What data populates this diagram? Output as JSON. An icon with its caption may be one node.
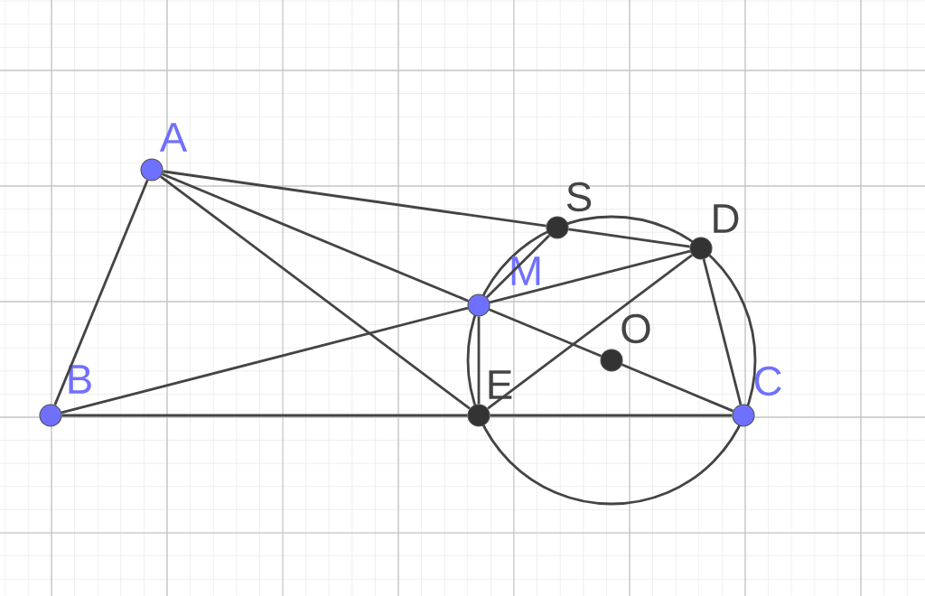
{
  "diagram": {
    "nodes": [
      {
        "text": [
          "A"
        ]
      },
      {
        "text": [
          "B"
        ]
      },
      {
        "text": [
          "C"
        ]
      },
      {
        "text": [
          "M"
        ]
      },
      {
        "text": [
          "S"
        ]
      },
      {
        "text": [
          "D"
        ]
      },
      {
        "text": [
          "O"
        ]
      },
      {
        "text": [
          "E"
        ]
      }
    ],
    "edges": [
      {
        "from": 0,
        "to": 1,
        "arrow": "none"
      },
      {
        "from": 0,
        "to": 4,
        "arrow": "none"
      },
      {
        "from": 4,
        "to": 5,
        "arrow": "none"
      },
      {
        "from": 0,
        "to": 3,
        "arrow": "none"
      },
      {
        "from": 3,
        "to": 6,
        "arrow": "none"
      },
      {
        "from": 6,
        "to": 2,
        "arrow": "none"
      },
      {
        "from": 0,
        "to": 7,
        "arrow": "none"
      },
      {
        "from": 1,
        "to": 7,
        "arrow": "none"
      },
      {
        "from": 7,
        "to": 2,
        "arrow": "none"
      },
      {
        "from": 1,
        "to": 3,
        "arrow": "none"
      },
      {
        "from": 3,
        "to": 5,
        "arrow": "none"
      },
      {
        "from": 3,
        "to": 7,
        "arrow": "none"
      },
      {
        "from": 3,
        "to": 4,
        "arrow": "none"
      },
      {
        "from": 7,
        "to": 5,
        "arrow": "none"
      },
      {
        "from": 5,
        "to": 2,
        "arrow": "none"
      }
    ]
  }
}
